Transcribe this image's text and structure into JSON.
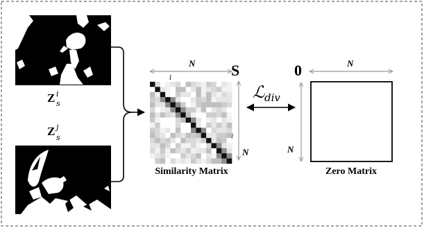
{
  "figure": {
    "frame_style": "dashed",
    "input_labels": {
      "top": {
        "base": "Z",
        "sub": "s",
        "sup": "i"
      },
      "bottom": {
        "base": "Z",
        "sub": "s",
        "sup": "j"
      }
    },
    "similarity": {
      "symbol": "S",
      "caption": "Similarity Matrix",
      "width_label": "N",
      "height_label": "N",
      "col_index": "i",
      "row_index": "j",
      "size": 16,
      "diagonal_color": "#111111"
    },
    "loss": {
      "symbol": "ℒ",
      "sub": "div"
    },
    "zero": {
      "symbol": "0",
      "caption": "Zero Matrix",
      "width_label": "N",
      "height_label": "N"
    },
    "colors": {
      "arrow": "#000000",
      "dimension_arrow": "#999999",
      "frame": "#444444"
    }
  }
}
